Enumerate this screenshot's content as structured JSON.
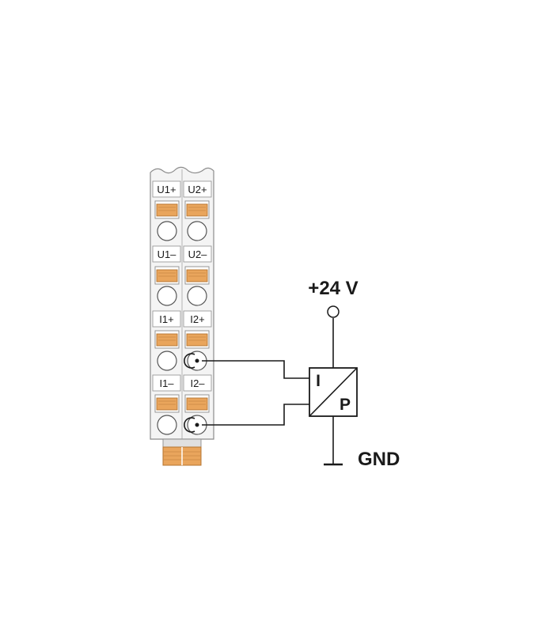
{
  "terminal_block": {
    "groups": [
      {
        "left_label": "U1+",
        "right_label": "U2+"
      },
      {
        "left_label": "U1–",
        "right_label": "U2–"
      },
      {
        "left_label": "I1+",
        "right_label": "I2+"
      },
      {
        "left_label": "I1–",
        "right_label": "I2–"
      }
    ]
  },
  "supply": {
    "positive_label": "+24 V",
    "ground_label": "GND"
  },
  "converter": {
    "input_label": "I",
    "output_label": "P"
  },
  "colors": {
    "line": "#1a1a1a",
    "housing": "#f3f3f3",
    "housing_stroke": "#8c8c8c",
    "clamp_orange": "#e9a55c",
    "clamp_orange_dark": "#b4742f"
  }
}
